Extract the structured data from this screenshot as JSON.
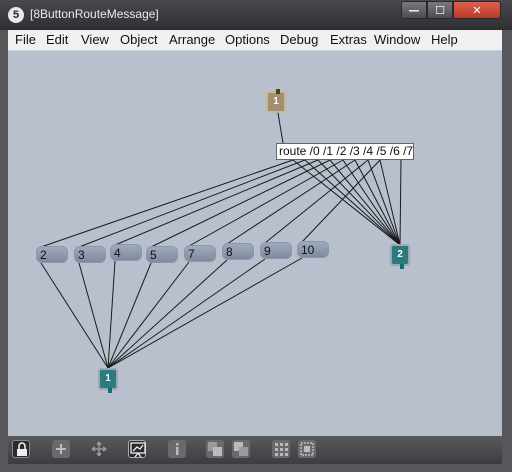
{
  "window": {
    "app_icon": "5",
    "title": "[8ButtonRouteMessage]"
  },
  "controls": {
    "minimize": "—",
    "maximize": "☐",
    "close": "✕"
  },
  "menu": [
    "File",
    "Edit",
    "View",
    "Object",
    "Arrange",
    "Options",
    "Debug",
    "Extras",
    "Window",
    "Help"
  ],
  "patch": {
    "inlet_number": "1",
    "route_text": "route /0 /1 /2 /3 /4 /5 /6 /7",
    "buttons": [
      "2",
      "3",
      "4",
      "5",
      "7",
      "8",
      "9",
      "10"
    ],
    "outlet_left": "1",
    "outlet_right": "2"
  },
  "toolbar_icons": [
    "lock-icon",
    "add-icon",
    "move-icon",
    "presentation-icon",
    "info-icon",
    "copy-icon",
    "paste-icon",
    "grid-icon",
    "snap-icon"
  ]
}
